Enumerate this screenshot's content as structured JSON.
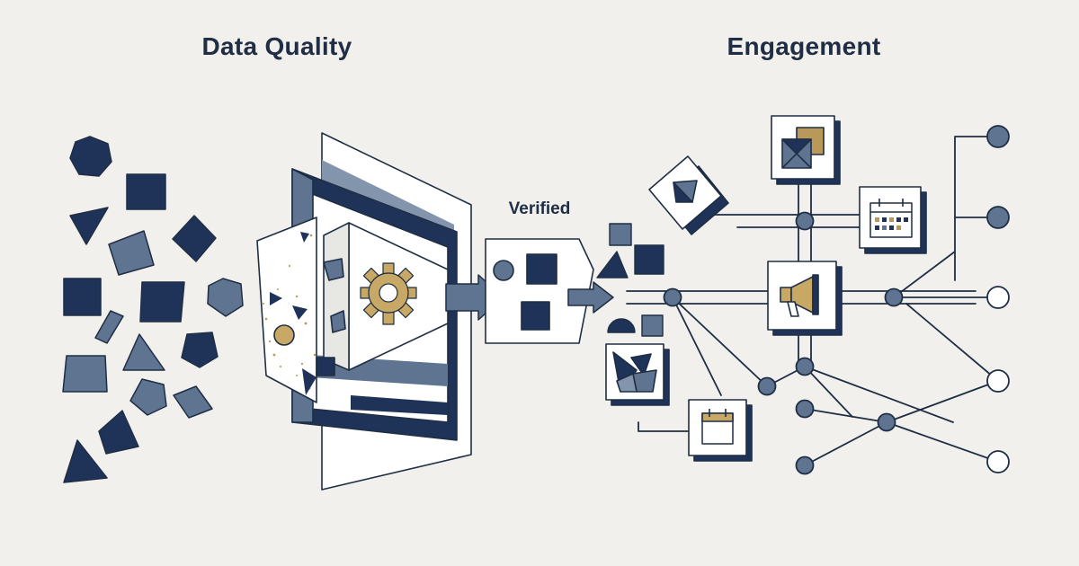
{
  "titles": {
    "left": "Data Quality",
    "right": "Engagement"
  },
  "labels": {
    "verified": "Verified"
  },
  "colors": {
    "background": "#f1f0ec",
    "navy": "#1f3358",
    "slate": "#5f7491",
    "outline": "#1f2e44",
    "gold": "#b8995a",
    "panel": "#ffffff"
  },
  "icons": {
    "processor": "gear-icon",
    "verified_output": "verified-data-shapes",
    "hub": "megaphone-icon",
    "schedule_top": "calendar-grid-icon",
    "schedule_bottom": "calendar-icon",
    "media_top": "split-square-icon",
    "media_left": "folded-triangle-icon",
    "media_bottom": "puzzle-shapes-icon"
  }
}
